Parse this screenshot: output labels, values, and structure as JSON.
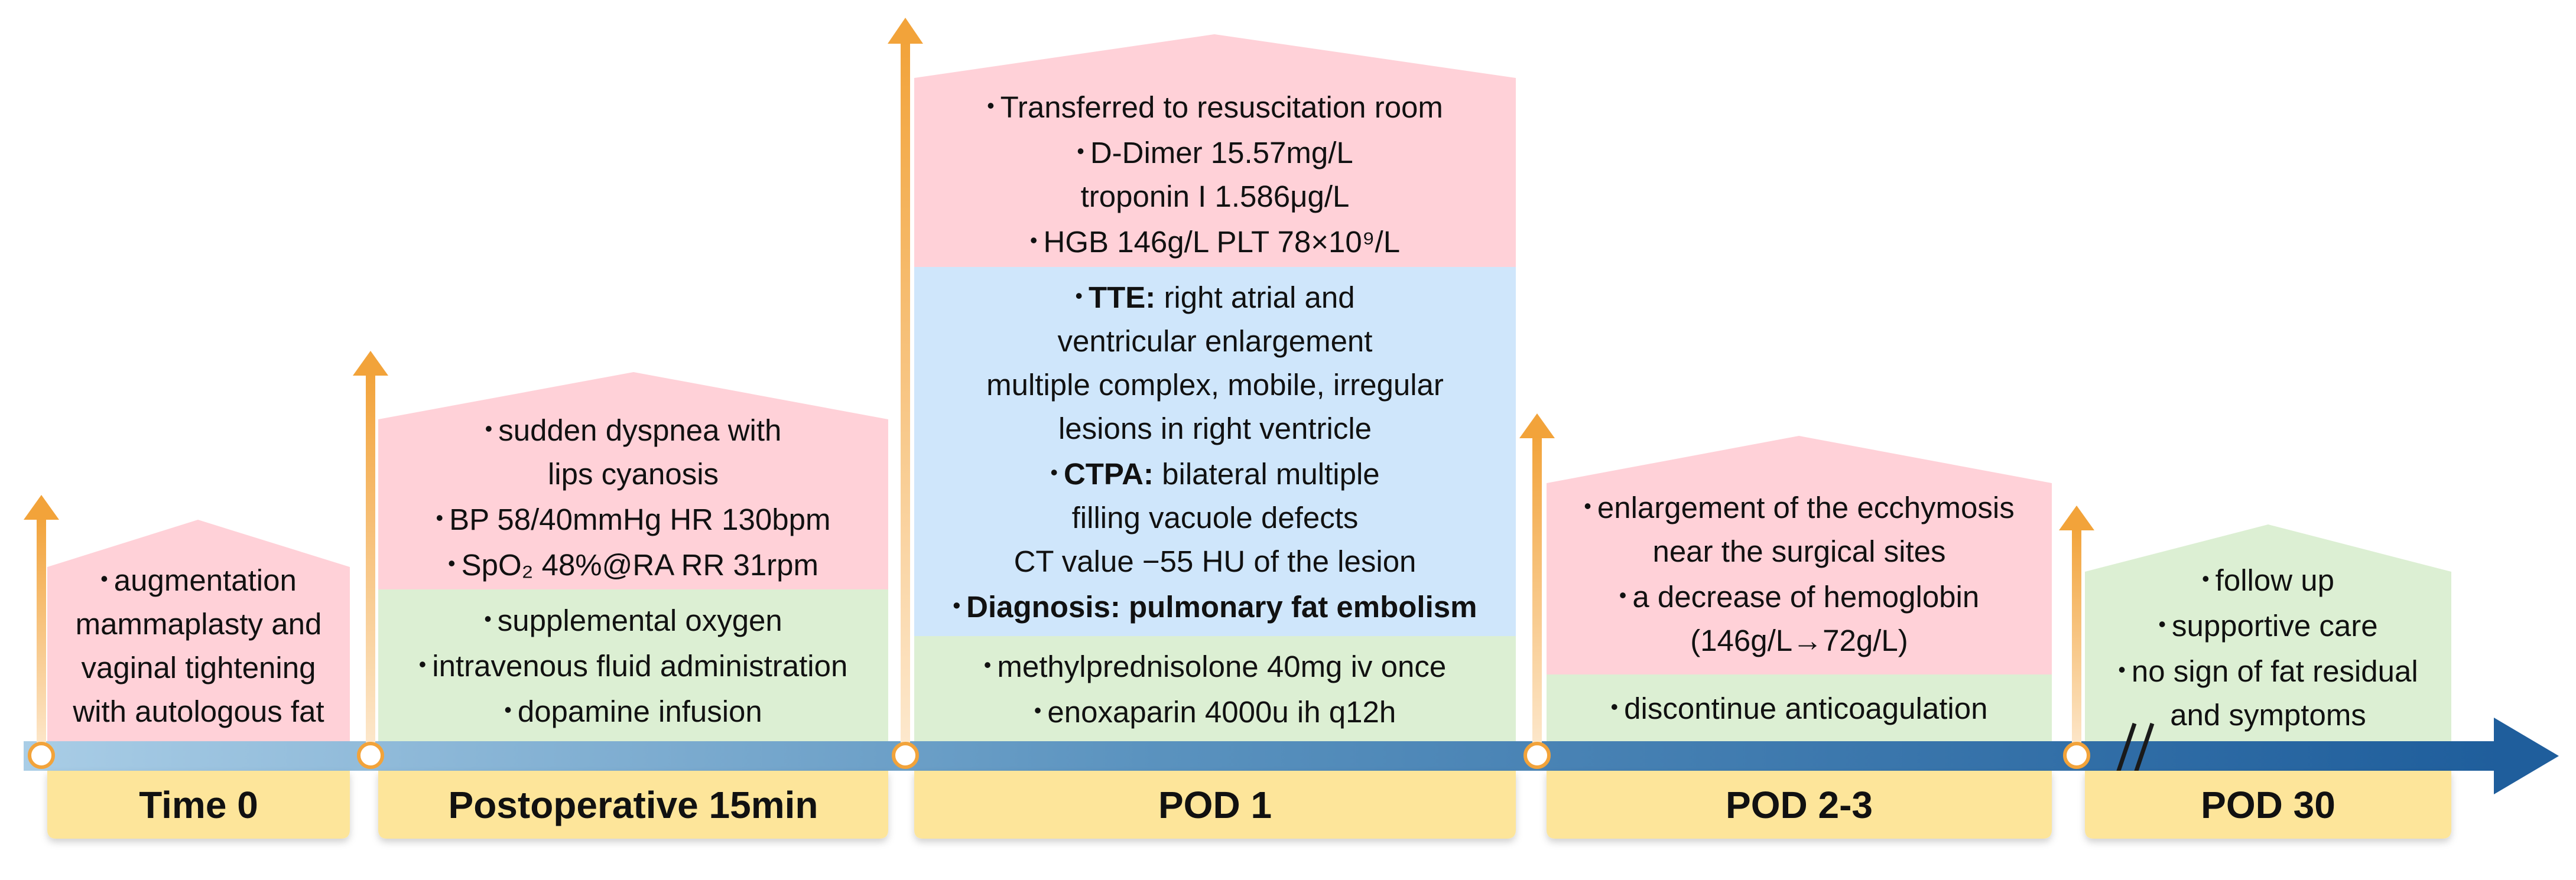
{
  "colors": {
    "pink": "#ffd1d8",
    "blue": "#cfe6fb",
    "green": "#dcefd3",
    "yellow": "#fde59a",
    "arrow_orange": "#f2a33a",
    "axis_light": "#9cc3e0",
    "axis_dark": "#1f5e9c"
  },
  "stages": [
    {
      "label": "Time 0",
      "pink": [
        "augmentation",
        "mammaplasty and",
        "vaginal tightening",
        "with autologous fat"
      ]
    },
    {
      "label": "Postoperative 15min",
      "pink": [
        "sudden dyspnea with",
        "lips cyanosis",
        "BP 58/40mmHg  HR 130bpm",
        "SpO₂ 48%@RA  RR 31rpm"
      ],
      "green": [
        "supplemental oxygen",
        "intravenous fluid administration",
        "dopamine infusion"
      ]
    },
    {
      "label": "POD 1",
      "pink": [
        "Transferred to resuscitation room",
        "D-Dimer 15.57mg/L",
        "troponin I 1.586μg/L",
        "HGB 146g/L PLT 78×10⁹/L"
      ],
      "blue": {
        "tte_head": "TTE:",
        "tte_text": " right atrial and",
        "tte_lines": [
          "ventricular enlargement",
          "multiple complex, mobile, irregular",
          "lesions in right ventricle"
        ],
        "ctpa_head": "CTPA:",
        "ctpa_text": " bilateral multiple",
        "ctpa_lines": [
          "filling vacuole defects",
          "CT value −55 HU of the lesion"
        ],
        "diagnosis": "Diagnosis: pulmonary fat embolism"
      },
      "green": [
        "methylprednisolone 40mg iv once",
        "enoxaparin 4000u ih q12h"
      ]
    },
    {
      "label": "POD 2-3",
      "pink": [
        "enlargement of the ecchymosis",
        "near the surgical sites",
        "a decrease of hemoglobin",
        "(146g/L→72g/L)"
      ],
      "green": [
        "discontinue anticoagulation"
      ]
    },
    {
      "label": "POD 30",
      "green": [
        "follow up",
        "supportive care",
        "no sign of fat residual",
        "and symptoms"
      ]
    }
  ]
}
